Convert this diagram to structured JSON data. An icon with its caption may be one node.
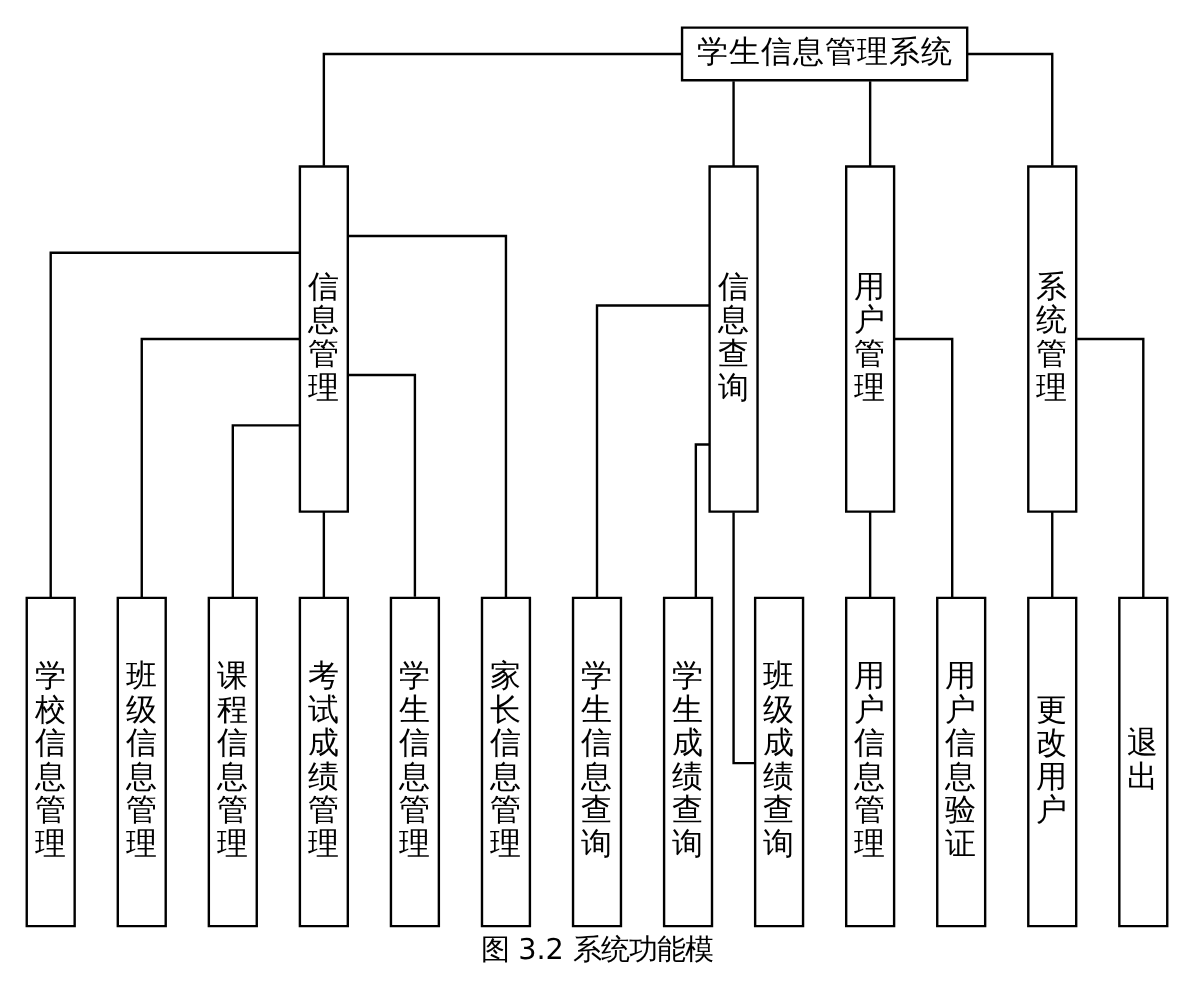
{
  "diagram": {
    "caption": "图 3.2 系统功能模",
    "nodes": [
      {
        "text": [
          "学生信息管理系统"
        ]
      },
      {
        "text": [
          "信息管理"
        ]
      },
      {
        "text": [
          "信息查询"
        ]
      },
      {
        "text": [
          "用户管理"
        ]
      },
      {
        "text": [
          "系统管理"
        ]
      },
      {
        "text": [
          "学校信息管理"
        ]
      },
      {
        "text": [
          "班级信息管理"
        ]
      },
      {
        "text": [
          "课程信息管理"
        ]
      },
      {
        "text": [
          "考试成绩管理"
        ]
      },
      {
        "text": [
          "学生信息管理"
        ]
      },
      {
        "text": [
          "家长信息管理"
        ]
      },
      {
        "text": [
          "学生信息查询"
        ]
      },
      {
        "text": [
          "学生成绩查询"
        ]
      },
      {
        "text": [
          "班级成绩查询"
        ]
      },
      {
        "text": [
          "用户信息管理"
        ]
      },
      {
        "text": [
          "用户信息验证"
        ]
      },
      {
        "text": [
          "更改用户"
        ]
      },
      {
        "text": [
          "退出"
        ]
      }
    ],
    "edges": [
      {
        "from": 0,
        "to": 1,
        "arrow": "none"
      },
      {
        "from": 0,
        "to": 2,
        "arrow": "none"
      },
      {
        "from": 0,
        "to": 3,
        "arrow": "none"
      },
      {
        "from": 0,
        "to": 4,
        "arrow": "none"
      },
      {
        "from": 1,
        "to": 5,
        "arrow": "none"
      },
      {
        "from": 1,
        "to": 6,
        "arrow": "none"
      },
      {
        "from": 1,
        "to": 7,
        "arrow": "none"
      },
      {
        "from": 1,
        "to": 8,
        "arrow": "none"
      },
      {
        "from": 1,
        "to": 9,
        "arrow": "none"
      },
      {
        "from": 1,
        "to": 10,
        "arrow": "none"
      },
      {
        "from": 2,
        "to": 11,
        "arrow": "none"
      },
      {
        "from": 2,
        "to": 12,
        "arrow": "none"
      },
      {
        "from": 2,
        "to": 13,
        "arrow": "none"
      },
      {
        "from": 3,
        "to": 14,
        "arrow": "none"
      },
      {
        "from": 3,
        "to": 15,
        "arrow": "none"
      },
      {
        "from": 4,
        "to": 16,
        "arrow": "none"
      },
      {
        "from": 4,
        "to": 17,
        "arrow": "none"
      }
    ]
  }
}
